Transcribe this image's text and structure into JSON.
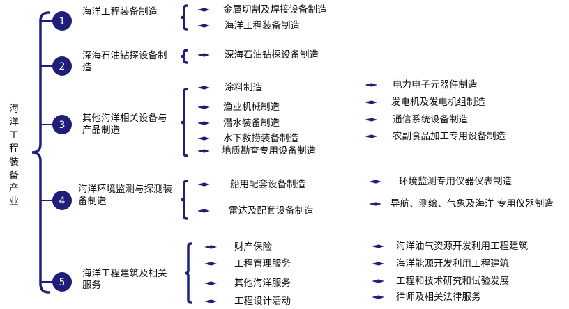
{
  "root": "海洋工程装备产业",
  "groups": [
    {
      "number": "1",
      "title": "海洋工程装备制造",
      "col1": [
        "金属切割及焊接设备制造",
        "海洋工程装备制造"
      ],
      "col2": []
    },
    {
      "number": "2",
      "title": "深海石油钻探设备制造",
      "col1": [
        "深海石油钻探设备制造"
      ],
      "col2": []
    },
    {
      "number": "3",
      "title": "其他海洋相关设备与产品制造",
      "col1": [
        "涂料制造",
        "渔业机械制造",
        "潜水装备制造",
        "水下救捞装备制造",
        "地质勘查专用设备制造"
      ],
      "col2": [
        "电力电子元器件制造",
        "发电机及发电机组制造",
        "通信系统设备制造",
        "农副食品加工专用设备制造"
      ]
    },
    {
      "number": "4",
      "title": "海洋环境监测与探测装备制造",
      "col1": [
        "船用配套设备制造",
        "雷达及配套设备制造"
      ],
      "col2": [
        "环境监测专用仪器仪表制造",
        "导航、测绘、气象及海洋 专用仪器制造"
      ]
    },
    {
      "number": "5",
      "title": "海洋工程建筑及相关服务",
      "col1": [
        "财产保险",
        "工程管理服务",
        "其他海洋服务",
        "工程设计活动"
      ],
      "col2": [
        "海洋油气资源开发利用工程建筑",
        "海洋能源开发利用工程建筑",
        "工程和技术研究和试验发展",
        "律师及相关法律服务"
      ]
    }
  ],
  "colors": {
    "accent": "#1f1f7a",
    "text": "#111111"
  }
}
